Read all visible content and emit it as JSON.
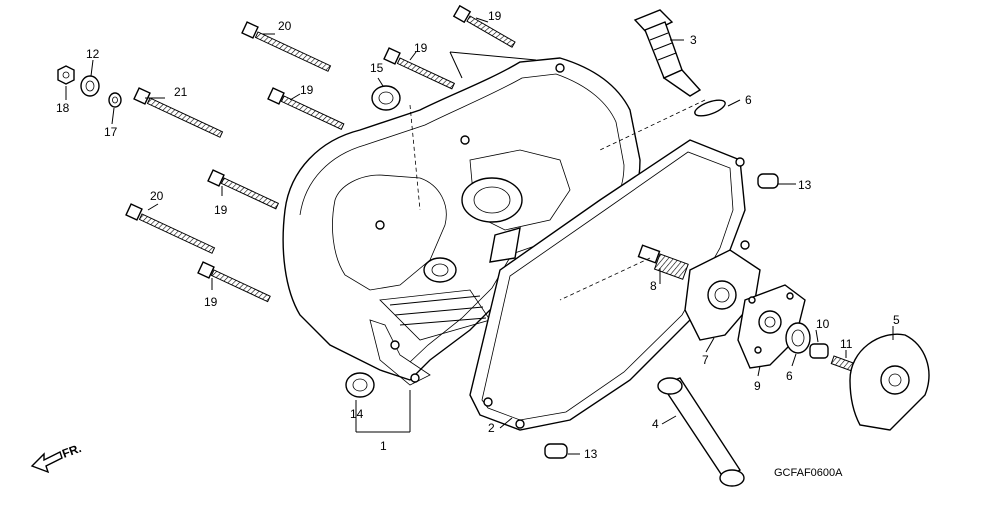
{
  "diagram": {
    "code": "GCFAF0600A",
    "direction_label": "FR.",
    "callouts": {
      "c1": "1",
      "c2": "2",
      "c3": "3",
      "c4": "4",
      "c5": "5",
      "c6a": "6",
      "c6b": "6",
      "c7": "7",
      "c8": "8",
      "c9": "9",
      "c10": "10",
      "c11": "11",
      "c12": "12",
      "c13a": "13",
      "c13b": "13",
      "c14": "14",
      "c15": "15",
      "c17": "17",
      "c18": "18",
      "c19a": "19",
      "c19b": "19",
      "c19c": "19",
      "c19d": "19",
      "c19e": "19",
      "c20a": "20",
      "c20b": "20",
      "c21": "21"
    }
  }
}
